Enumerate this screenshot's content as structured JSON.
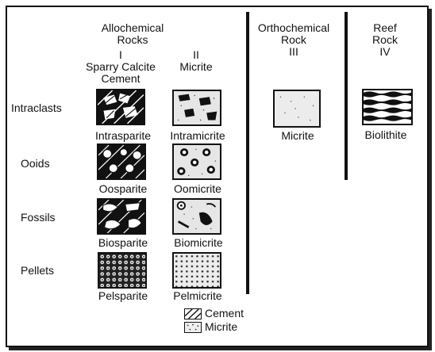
{
  "columns": {
    "allochemical": {
      "title_line1": "Allochemical",
      "title_line2": "Rocks"
    },
    "col1": {
      "numeral": "I",
      "label_line1": "Sparry Calcite",
      "label_line2": "Cement"
    },
    "col2": {
      "numeral": "II",
      "label": "Micrite"
    },
    "orthochemical": {
      "title_line1": "Orthochemical",
      "title_line2": "Rock",
      "numeral": "III"
    },
    "reef": {
      "title_line1": "Reef",
      "title_line2": "Rock",
      "numeral": "IV"
    }
  },
  "rows": [
    {
      "label": "Intraclasts",
      "sparry_name": "Intrasparite",
      "micrite_name": "Intramicrite"
    },
    {
      "label": "Ooids",
      "sparry_name": "Oosparite",
      "micrite_name": "Oomicrite"
    },
    {
      "label": "Fossils",
      "sparry_name": "Biosparite",
      "micrite_name": "Biomicrite"
    },
    {
      "label": "Pellets",
      "sparry_name": "Pelsparite",
      "micrite_name": "Pelmicrite"
    }
  ],
  "orthochemical_name": "Micrite",
  "reef_name": "Biolithite",
  "legend": {
    "cement": {
      "label": "Cement",
      "icon": "diagonal-hatch-icon"
    },
    "micrite": {
      "label": "Micrite",
      "icon": "stipple-icon"
    }
  },
  "colors": {
    "ink": "#111111",
    "paper": "#ffffff",
    "micrite_fill": "#e6e6e6"
  }
}
